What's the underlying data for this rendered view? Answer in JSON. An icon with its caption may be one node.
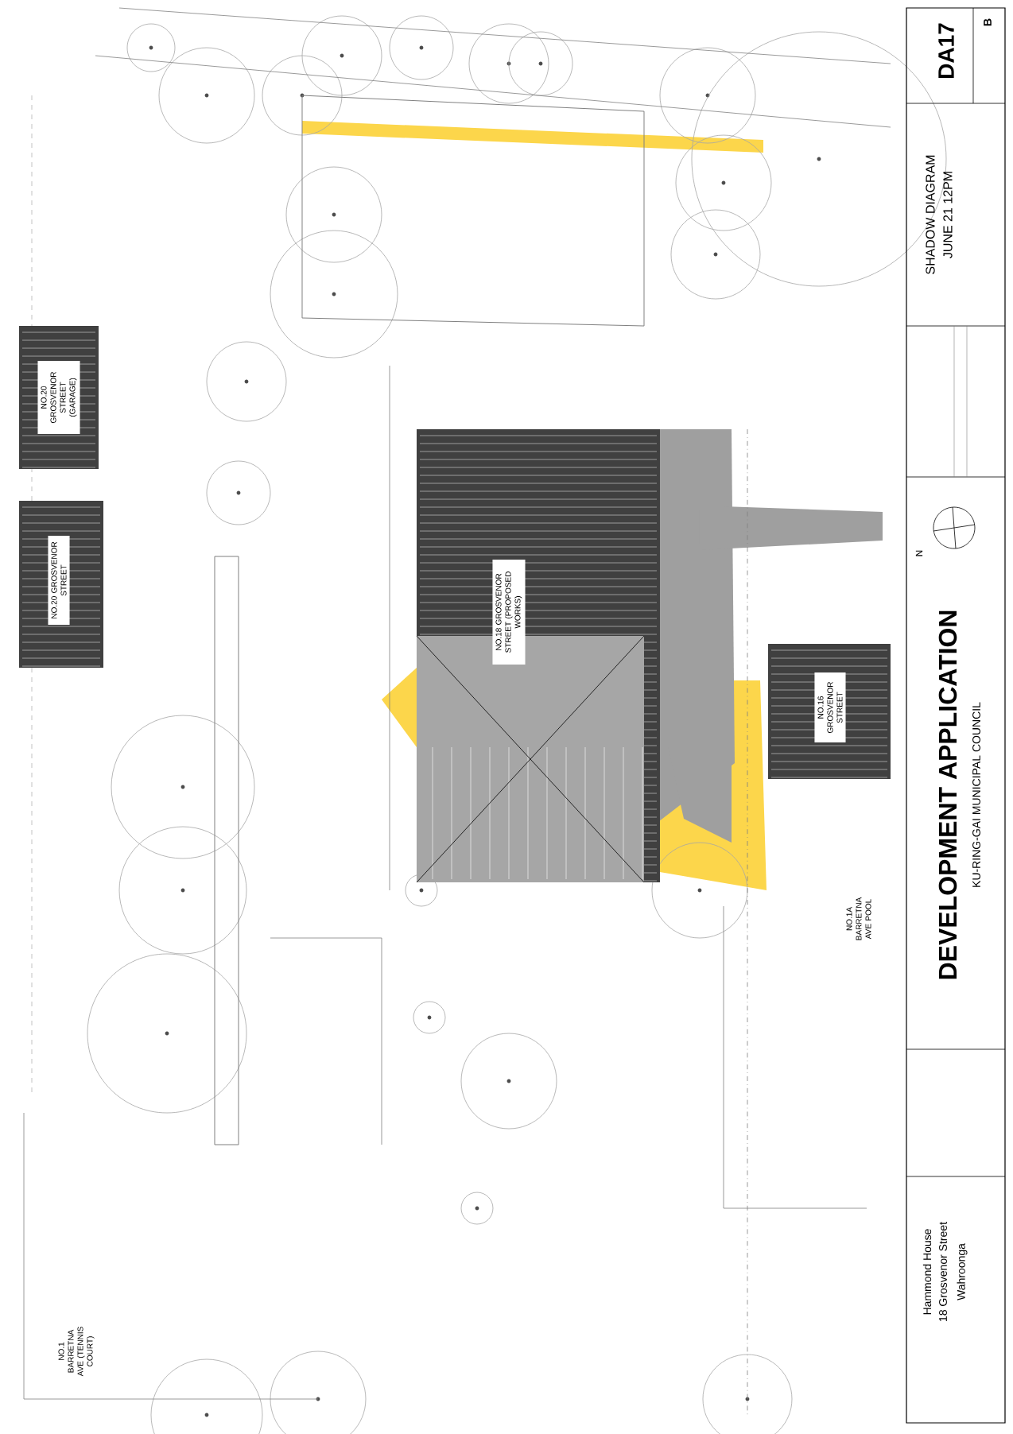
{
  "diagram": {
    "nodes": [
      {
        "text": [
          "NO.20 GROSVENOR STREET (GARAGE)"
        ]
      },
      {
        "text": [
          "NO.20 GROSVENOR STREET"
        ]
      },
      {
        "text": [
          "NO.18 GROSVENOR STREET (PROPOSED WORKS)"
        ]
      },
      {
        "text": [
          "NO.16 GROSVENOR STREET"
        ]
      }
    ],
    "labels": [
      "DA17",
      "B",
      "SHADOW DIAGRAM",
      "JUNE 21 12PM",
      "N",
      "DEVELOPMENT APPLICATION",
      "KU-RING-GAI MUNICIPAL COUNCIL",
      "Hammond House",
      "18 Grosvenor Street",
      "Wahroonga",
      "NO.1A BARRETNA AVE POOL",
      "NO.1 BARRETNA AVE (TENNIS COURT)"
    ]
  }
}
